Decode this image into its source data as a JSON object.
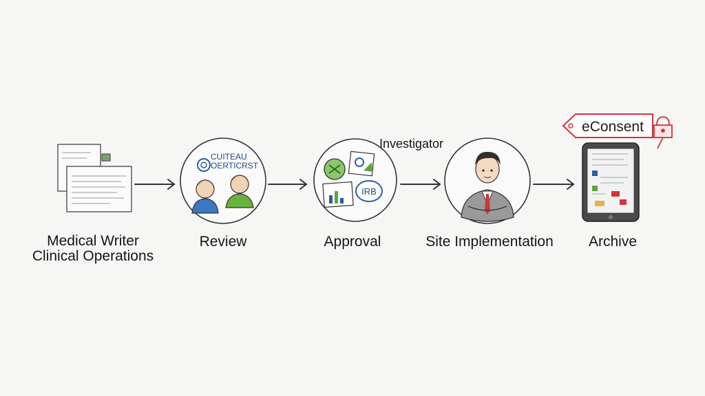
{
  "diagram": {
    "steps": [
      {
        "lines": [
          "Medical Writer",
          "Clinical Operations"
        ]
      },
      {
        "lines": [
          "Review"
        ],
        "inner_text": [
          "CUITEAU",
          "OERTICRST"
        ]
      },
      {
        "lines": [
          "Approval"
        ],
        "inner_text": [
          "IRB"
        ],
        "top_label": "Investigator"
      },
      {
        "lines": [
          "Site Implementation"
        ]
      },
      {
        "lines": [
          "Archive"
        ],
        "tag_label": "eConsent"
      }
    ]
  },
  "colors": {
    "background": "#f6f6f5",
    "ink": "#2b2b2b",
    "accent_red": "#d2343a",
    "accent_blue": "#2a5ea8",
    "accent_green": "#5aa83a"
  }
}
